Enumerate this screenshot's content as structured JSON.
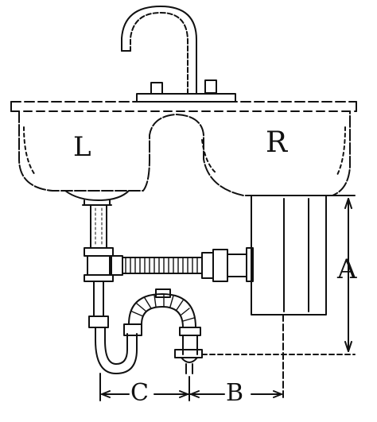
{
  "labels": {
    "left_basin": "L",
    "right_basin": "R",
    "dimension_a": "A",
    "dimension_b": "B",
    "dimension_c": "C"
  },
  "colors": {
    "ink": "#111111",
    "background": "#ffffff"
  }
}
